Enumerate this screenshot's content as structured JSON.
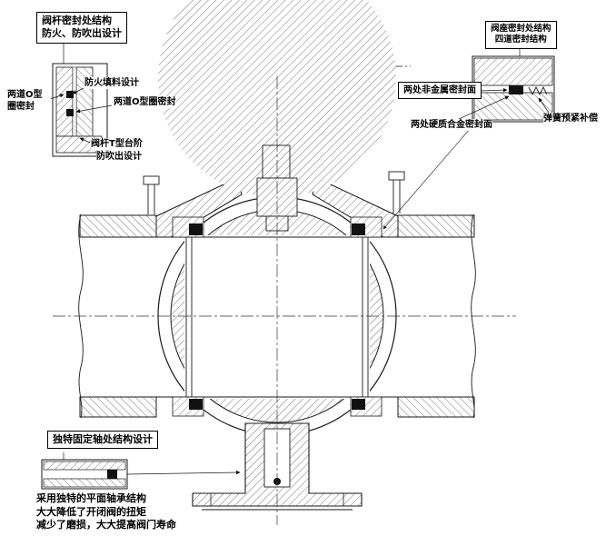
{
  "annotations": {
    "stem_seal": {
      "line1": "阀杆密封处结构",
      "line2": "防火、防吹出设计"
    },
    "fire_packing": "防火填料设计",
    "o_ring_left": "两道O型圈密封",
    "o_ring_right": "两道O型圈密封",
    "stem_t_line1": "阀杆T型台阶",
    "stem_t_line2": "防吹出设计",
    "seat_seal": {
      "line1": "阀座密封处结构",
      "line2": "四道密封结构"
    },
    "nonmetal_seal": "两处非金属密封面",
    "carbide_seal": "两处硬质合金密封面",
    "spring_compensation": "弹簧预紧补偿",
    "fixed_axis": "独特固定轴处结构设计",
    "bearing_note1": "采用独特的平面轴承结构",
    "bearing_note2": "大大降低了开闭阀的扭矩",
    "bearing_note3": "减少了磨损，大大提高阀门寿命"
  },
  "colors": {
    "line": "#1a1a1a",
    "background": "#ffffff"
  }
}
